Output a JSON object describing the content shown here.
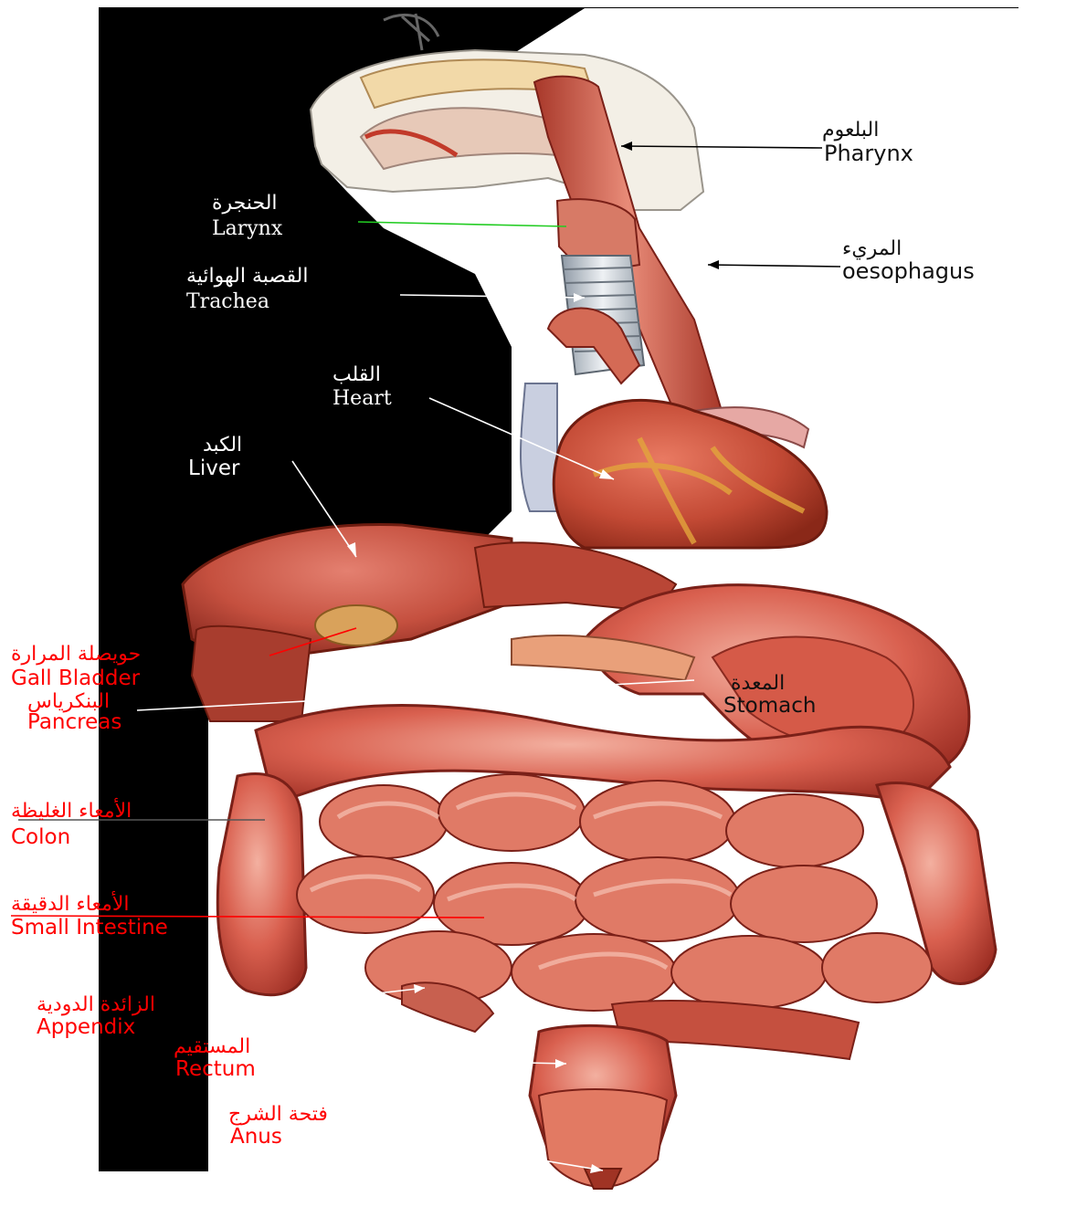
{
  "colors": {
    "background": "#ffffff",
    "panel": "#000000",
    "tissue": "#d9604f",
    "tissue_dark": "#9e2f24",
    "tissue_light": "#f1a898",
    "label_white": "#ffffff",
    "label_black": "#111111",
    "label_red": "#ff0000",
    "larynx_pointer": "#22cc22"
  },
  "labels": {
    "pharynx": {
      "ar": "البلعوم",
      "en": "Pharynx"
    },
    "larynx": {
      "ar": "الحنجرة",
      "en": "Larynx"
    },
    "oesophagus": {
      "ar": "المريء",
      "en": "oesophagus"
    },
    "trachea": {
      "ar": "القصبة الهوائية",
      "en": "Trachea"
    },
    "heart": {
      "ar": "القلب",
      "en": "Heart"
    },
    "liver": {
      "ar": "الكبد",
      "en": "Liver"
    },
    "gall_bladder": {
      "ar": "حويصلة المرارة",
      "en": "Gall Bladder"
    },
    "pancreas": {
      "ar": "البنكرياس",
      "en": "Pancreas"
    },
    "stomach": {
      "ar": "المعدة",
      "en": "Stomach"
    },
    "colon": {
      "ar": "الأمعاء الغليظة",
      "en": "Colon"
    },
    "small_intestine": {
      "ar": "الأمعاء الدقيقة",
      "en": "Small Intestine"
    },
    "appendix": {
      "ar": "الزائدة الدودية",
      "en": "Appendix"
    },
    "rectum": {
      "ar": "المستقيم",
      "en": "Rectum"
    },
    "anus": {
      "ar": "فتحة الشرج",
      "en": "Anus"
    }
  }
}
